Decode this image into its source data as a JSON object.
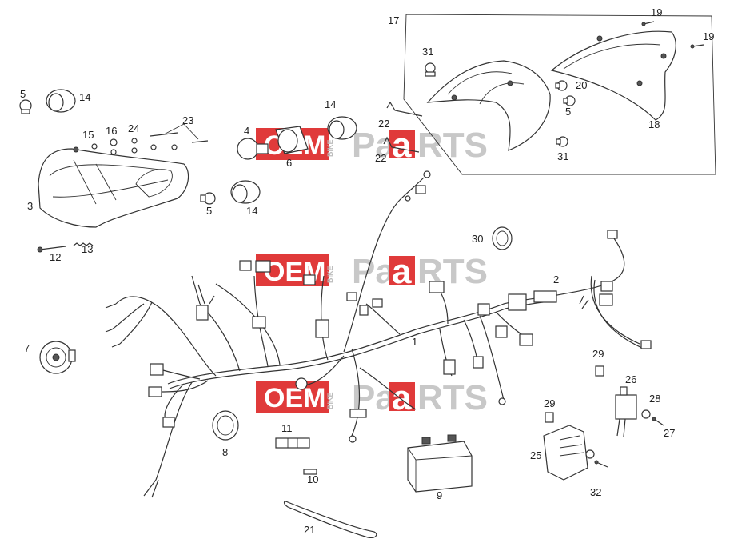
{
  "watermark": {
    "oem": "OEM",
    "bike": "BIKE",
    "pa": "Pa",
    "a": "a",
    "rts": "RTS",
    "color_red": "#e03a3a",
    "color_gray": "#c8c8c8"
  },
  "callouts": [
    {
      "id": "c1",
      "text": "1"
    },
    {
      "id": "c2",
      "text": "2"
    },
    {
      "id": "c3",
      "text": "3"
    },
    {
      "id": "c4",
      "text": "4"
    },
    {
      "id": "c5a",
      "text": "5"
    },
    {
      "id": "c5b",
      "text": "5"
    },
    {
      "id": "c5c",
      "text": "5"
    },
    {
      "id": "c6",
      "text": "6"
    },
    {
      "id": "c7",
      "text": "7"
    },
    {
      "id": "c8",
      "text": "8"
    },
    {
      "id": "c9",
      "text": "9"
    },
    {
      "id": "c10",
      "text": "10"
    },
    {
      "id": "c11",
      "text": "11"
    },
    {
      "id": "c12",
      "text": "12"
    },
    {
      "id": "c13",
      "text": "13"
    },
    {
      "id": "c14a",
      "text": "14"
    },
    {
      "id": "c14b",
      "text": "14"
    },
    {
      "id": "c14c",
      "text": "14"
    },
    {
      "id": "c15",
      "text": "15"
    },
    {
      "id": "c16",
      "text": "16"
    },
    {
      "id": "c17",
      "text": "17"
    },
    {
      "id": "c18",
      "text": "18"
    },
    {
      "id": "c19a",
      "text": "19"
    },
    {
      "id": "c19b",
      "text": "19"
    },
    {
      "id": "c20",
      "text": "20"
    },
    {
      "id": "c21",
      "text": "21"
    },
    {
      "id": "c22a",
      "text": "22"
    },
    {
      "id": "c22b",
      "text": "22"
    },
    {
      "id": "c23",
      "text": "23"
    },
    {
      "id": "c24",
      "text": "24"
    },
    {
      "id": "c25",
      "text": "25"
    },
    {
      "id": "c26",
      "text": "26"
    },
    {
      "id": "c27",
      "text": "27"
    },
    {
      "id": "c28",
      "text": "28"
    },
    {
      "id": "c29a",
      "text": "29"
    },
    {
      "id": "c29b",
      "text": "29"
    },
    {
      "id": "c30",
      "text": "30"
    },
    {
      "id": "c31a",
      "text": "31"
    },
    {
      "id": "c31b",
      "text": "31"
    },
    {
      "id": "c32",
      "text": "32"
    }
  ]
}
